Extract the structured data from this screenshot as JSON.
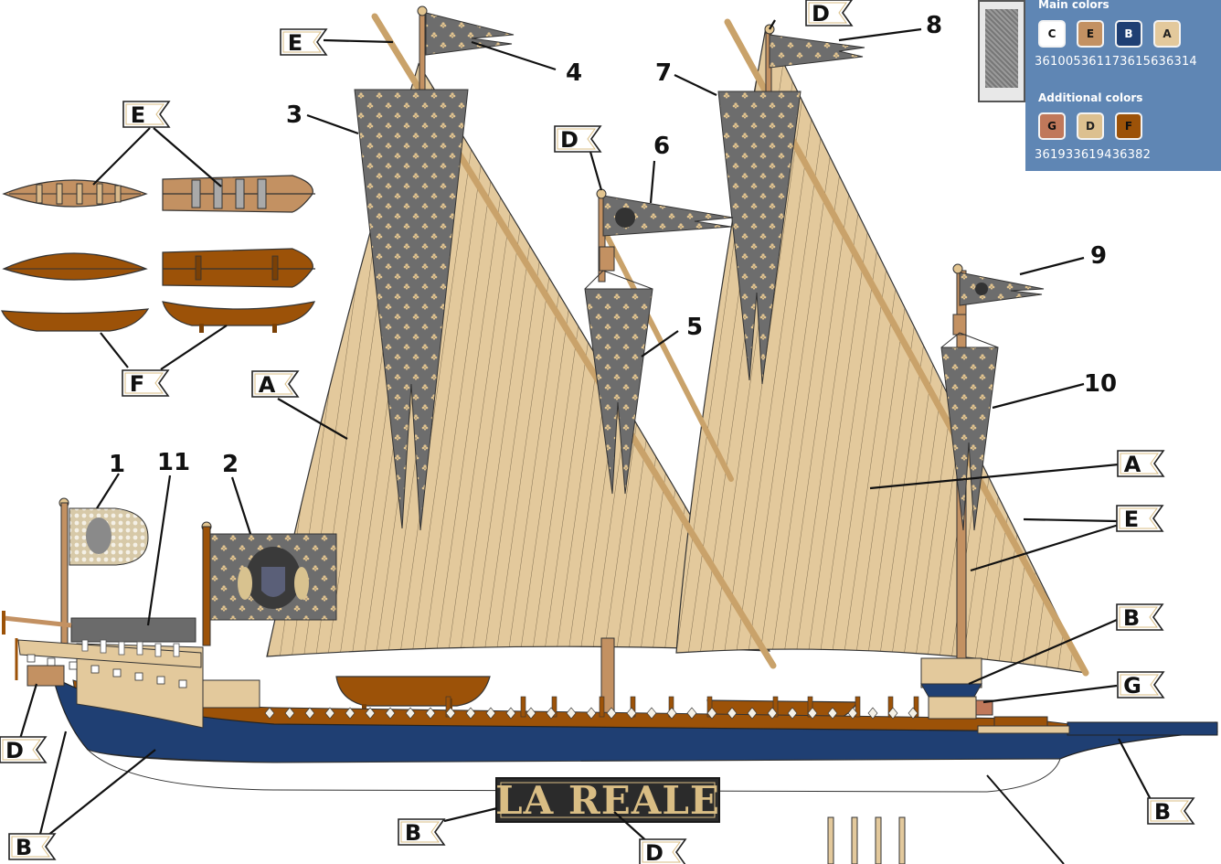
{
  "ship_name": "LA REALE",
  "part_numbers": [
    "1",
    "2",
    "3",
    "4",
    "5",
    "6",
    "7",
    "8",
    "9",
    "10",
    "11"
  ],
  "color_letters": {
    "A": "A",
    "B": "B",
    "C": "C",
    "D": "D",
    "E": "E",
    "F": "F",
    "G": "G"
  },
  "legend": {
    "main_title": "Main colors",
    "main_swatches": [
      {
        "code": "C",
        "color": "#ffffff"
      },
      {
        "code": "E",
        "color": "#c39162"
      },
      {
        "code": "B",
        "color": "#1f3f73"
      },
      {
        "code": "A",
        "color": "#e3c99c"
      }
    ],
    "main_codes": "361005361173615636314",
    "additional_title": "Additional colors",
    "additional_swatches": [
      {
        "code": "G",
        "color": "#c0785a"
      },
      {
        "code": "D",
        "color": "#dcc090"
      },
      {
        "code": "F",
        "color": "#9c5208"
      }
    ],
    "additional_codes": "361933619436382"
  }
}
